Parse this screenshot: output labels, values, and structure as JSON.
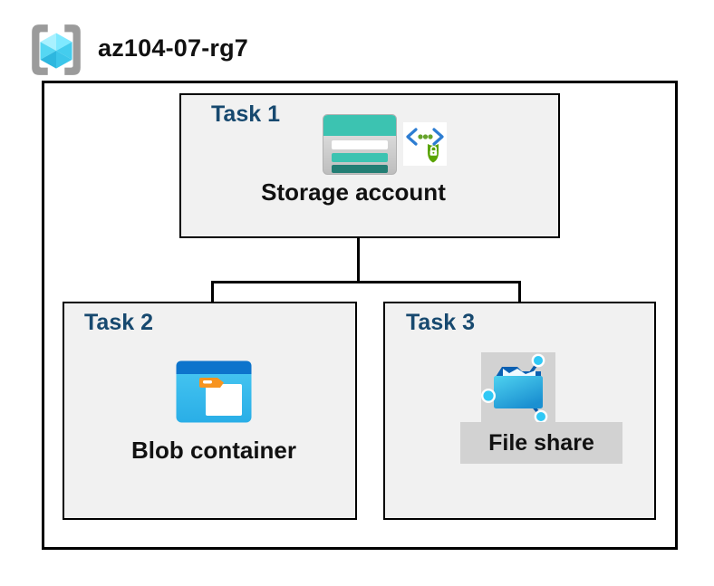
{
  "header": {
    "resource_group_name": "az104-07-rg7"
  },
  "tasks": [
    {
      "label": "Task 1",
      "resource": "Storage account",
      "icons": [
        "storage-account-icon",
        "secure-endpoint-shield-icon"
      ]
    },
    {
      "label": "Task 2",
      "resource": "Blob container",
      "icons": [
        "blob-container-icon"
      ]
    },
    {
      "label": "Task 3",
      "resource": "File share",
      "icons": [
        "file-share-icon"
      ]
    }
  ],
  "connections": [
    {
      "from": "Storage account",
      "to": "Blob container"
    },
    {
      "from": "Storage account",
      "to": "File share"
    }
  ],
  "colors": {
    "task_label_navy": "#17496f",
    "box_fill_gray": "#f1f1f1",
    "label_bg_gray": "#d2d2d2",
    "line_black": "#000000",
    "storage_teal": "#3cc3b1",
    "storage_teal_dark": "#237e74",
    "blob_header_blue": "#0d74cc",
    "blob_body_cyan": "#3fc3f0",
    "folder_tab_orange": "#f79420",
    "shield_green": "#5aa403",
    "bracket_blue": "#2d7dd2",
    "rg_bracket_gray": "#9b9b9b",
    "cube_cyan": "#50d9f4"
  }
}
